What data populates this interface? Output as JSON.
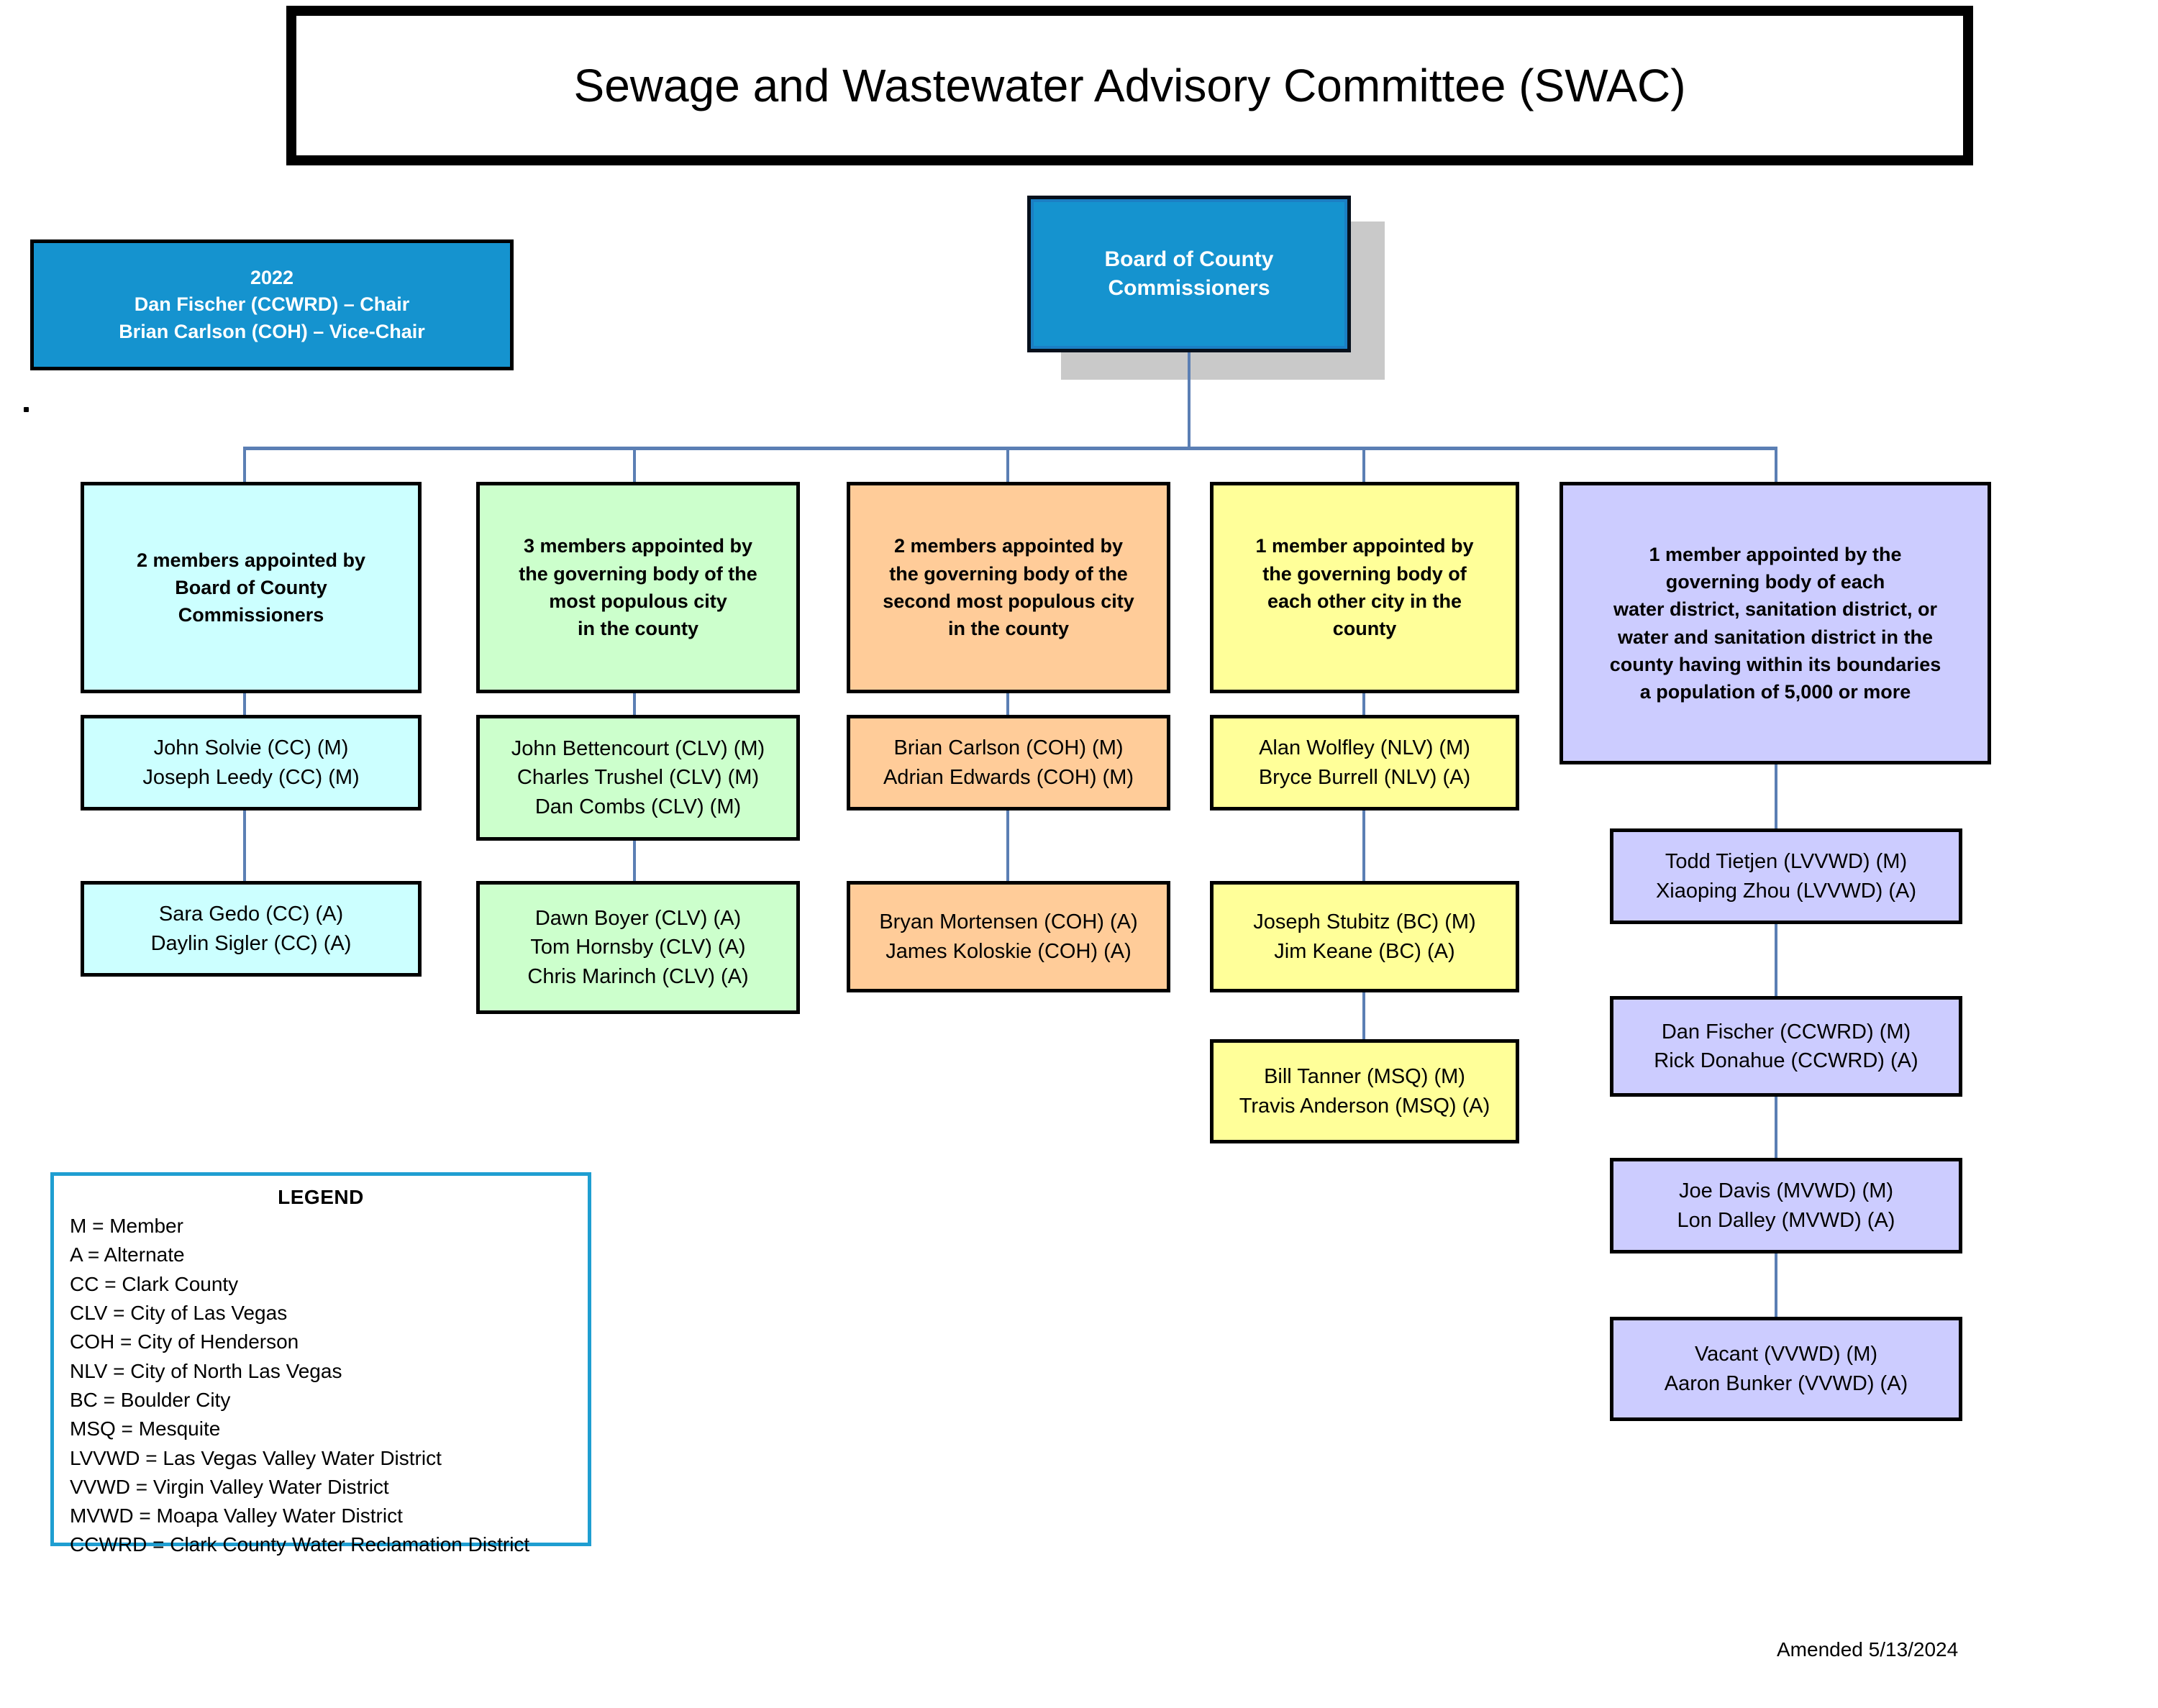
{
  "title": "Sewage and Wastewater Advisory Committee (SWAC)",
  "chair_box": {
    "year": "2022",
    "chair": "Dan Fischer (CCWRD) – Chair",
    "vice_chair": "Brian Carlson (COH) – Vice-Chair"
  },
  "root": {
    "line1": "Board of County",
    "line2": "Commissioners"
  },
  "columns": [
    {
      "id": "col-bcc-appointees",
      "color": "#ccffff",
      "header": [
        "2 members appointed by",
        "Board of County",
        "Commissioners"
      ],
      "groups": [
        {
          "id": "cc-members",
          "lines": [
            "John Solvie (CC) (M)",
            "Joseph Leedy (CC) (M)"
          ]
        },
        {
          "id": "cc-alternates",
          "lines": [
            "Sara Gedo (CC) (A)",
            "Daylin Sigler (CC) (A)"
          ]
        }
      ]
    },
    {
      "id": "col-most-populous-city",
      "color": "#ccffcc",
      "header": [
        "3 members appointed by",
        "the governing body of the",
        "most populous city",
        "in the county"
      ],
      "groups": [
        {
          "id": "clv-members",
          "lines": [
            "John Bettencourt (CLV) (M)",
            "Charles Trushel (CLV) (M)",
            "Dan Combs (CLV) (M)"
          ]
        },
        {
          "id": "clv-alternates",
          "lines": [
            "Dawn Boyer (CLV) (A)",
            "Tom Hornsby (CLV) (A)",
            "Chris Marinch (CLV) (A)"
          ]
        }
      ]
    },
    {
      "id": "col-second-most-populous-city",
      "color": "#ffcc99",
      "header": [
        "2 members appointed by",
        "the governing body of the",
        "second most populous city",
        "in the county"
      ],
      "groups": [
        {
          "id": "coh-members",
          "lines": [
            "Brian Carlson (COH) (M)",
            "Adrian Edwards (COH) (M)"
          ]
        },
        {
          "id": "coh-alternates",
          "lines": [
            "Bryan Mortensen  (COH)  (A)",
            "James Koloskie (COH) (A)"
          ]
        }
      ]
    },
    {
      "id": "col-other-cities",
      "color": "#ffff99",
      "header": [
        "1 member appointed by",
        "the governing body of",
        "each other city in the",
        "county"
      ],
      "groups": [
        {
          "id": "nlv",
          "lines": [
            "Alan Wolfley (NLV) (M)",
            "Bryce Burrell (NLV) (A)"
          ]
        },
        {
          "id": "bc",
          "lines": [
            "Joseph Stubitz (BC) (M)",
            "Jim Keane (BC) (A)"
          ]
        },
        {
          "id": "msq",
          "lines": [
            "Bill Tanner (MSQ) (M)",
            "Travis Anderson (MSQ) (A)"
          ]
        }
      ]
    },
    {
      "id": "col-water-districts",
      "color": "#ccccff",
      "header": [
        "1 member appointed by the",
        "governing body of each",
        "water district, sanitation district, or",
        "water and sanitation district in the",
        "county having within its boundaries",
        "a population of 5,000 or more"
      ],
      "groups": [
        {
          "id": "lvvwd",
          "lines": [
            "Todd Tietjen (LVVWD) (M)",
            "Xiaoping Zhou (LVVWD) (A)"
          ]
        },
        {
          "id": "ccwrd",
          "lines": [
            "Dan Fischer (CCWRD) (M)",
            "Rick Donahue (CCWRD) (A)"
          ]
        },
        {
          "id": "mvwd",
          "lines": [
            "Joe Davis (MVWD) (M)",
            "Lon Dalley (MVWD) (A)"
          ]
        },
        {
          "id": "vvwd",
          "lines": [
            "Vacant (VVWD) (M)",
            "Aaron Bunker (VVWD) (A)"
          ]
        }
      ]
    }
  ],
  "legend": {
    "title": "LEGEND",
    "rows": [
      "M = Member",
      "A = Alternate",
      "CC = Clark County",
      "CLV = City of Las Vegas",
      "COH = City of Henderson",
      "NLV = City of North Las Vegas",
      "BC = Boulder City",
      "MSQ = Mesquite",
      "LVVWD = Las Vegas Valley Water District",
      "VVWD = Virgin Valley Water District",
      "MVWD = Moapa Valley Water District",
      "CCWRD = Clark County Water Reclamation District"
    ]
  },
  "footer": "Amended 5/13/2024",
  "colors": {
    "brand_blue": "#1593cf",
    "connector": "#5b7fb4",
    "legend_border": "#1f9ed1",
    "col1": "#ccffff",
    "col2": "#ccffcc",
    "col3": "#ffcc99",
    "col4": "#ffff99",
    "col5": "#ccccff"
  }
}
